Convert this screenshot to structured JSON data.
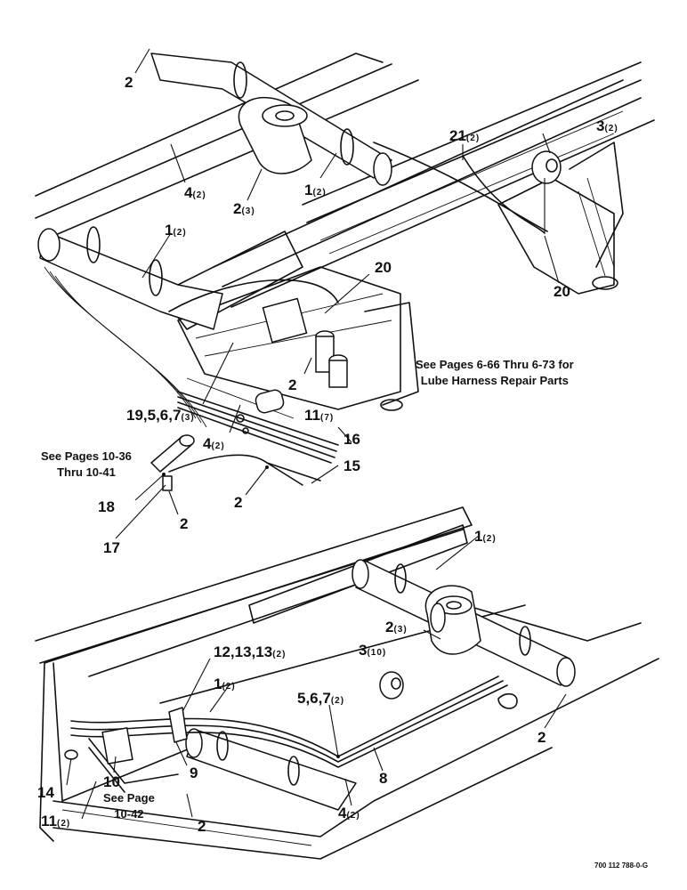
{
  "callouts": {
    "c1a": {
      "num": "2",
      "qty": ""
    },
    "c1b": {
      "num": "4",
      "qty": "(2)"
    },
    "c1c": {
      "num": "2",
      "qty": "(3)"
    },
    "c1d": {
      "num": "1",
      "qty": "(2)"
    },
    "c1e": {
      "num": "21",
      "qty": "(2)"
    },
    "c1f": {
      "num": "3",
      "qty": "(2)"
    },
    "c1g": {
      "num": "1",
      "qty": "(2)"
    },
    "c1h": {
      "num": "20",
      "qty": ""
    },
    "c1i": {
      "num": "20",
      "qty": ""
    },
    "c1j": {
      "num": "2",
      "qty": ""
    },
    "c1k": {
      "num": "19,5,6,7",
      "qty": "(3)"
    },
    "c1l": {
      "num": "11",
      "qty": "(7)"
    },
    "c1m": {
      "num": "4",
      "qty": "(2)"
    },
    "c1n": {
      "num": "16",
      "qty": ""
    },
    "c1o": {
      "num": "15",
      "qty": ""
    },
    "c1p": {
      "num": "18",
      "qty": ""
    },
    "c1q": {
      "num": "2",
      "qty": ""
    },
    "c1r": {
      "num": "2",
      "qty": ""
    },
    "c1s": {
      "num": "17",
      "qty": ""
    },
    "c2a": {
      "num": "1",
      "qty": "(2)"
    },
    "c2b": {
      "num": "2",
      "qty": "(3)"
    },
    "c2c": {
      "num": "12,13,13",
      "qty": "(2)"
    },
    "c2d": {
      "num": "3",
      "qty": "(10)"
    },
    "c2e": {
      "num": "1",
      "qty": "(2)"
    },
    "c2f": {
      "num": "5,6,7",
      "qty": "(2)"
    },
    "c2g": {
      "num": "2",
      "qty": ""
    },
    "c2h": {
      "num": "9",
      "qty": ""
    },
    "c2i": {
      "num": "8",
      "qty": ""
    },
    "c2j": {
      "num": "14",
      "qty": ""
    },
    "c2k": {
      "num": "10",
      "qty": ""
    },
    "c2l": {
      "num": "4",
      "qty": "(2)"
    },
    "c2m": {
      "num": "11",
      "qty": "(2)"
    },
    "c2n": {
      "num": "2",
      "qty": ""
    }
  },
  "notes": {
    "lube_line1": "See Pages 6-66 Thru 6-73 for",
    "lube_line2": "Lube Harness Repair Parts",
    "pages_a_line1": "See Pages 10-36",
    "pages_a_line2": "Thru 10-41",
    "pages_b_line1": "See Page",
    "pages_b_line2": "10-42"
  },
  "drawing_number": "700 112 788-0-G"
}
